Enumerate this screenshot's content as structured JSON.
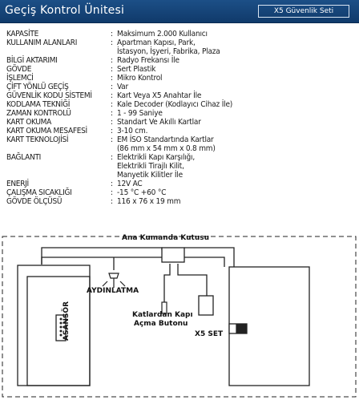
{
  "header": {
    "title": "Geçiş Kontrol Ünitesi",
    "badge": "X5  Güvenlik Seti"
  },
  "specs": [
    {
      "label": "KAPASİTE",
      "value": [
        "Maksimum 2.000 Kullanıcı"
      ]
    },
    {
      "label": "KULLANIM ALANLARI",
      "value": [
        "Apartman Kapısı, Park,",
        "İstasyon, İşyeri, Fabrika, Plaza"
      ]
    },
    {
      "label": "BİLGİ AKTARIMI",
      "value": [
        "Radyo Frekansı İle"
      ]
    },
    {
      "label": "GÖVDE",
      "value": [
        "Sert Plastik"
      ]
    },
    {
      "label": "İŞLEMCİ",
      "value": [
        "Mikro Kontrol"
      ]
    },
    {
      "label": "ÇİFT YÖNLÜ GEÇİŞ",
      "value": [
        "Var"
      ]
    },
    {
      "label": "GÜVENLİK KODU SİSTEMİ",
      "value": [
        "Kart Veya X5 Anahtar İle"
      ]
    },
    {
      "label": "KODLAMA TEKNİĞİ",
      "value": [
        "Kale Decoder (Kodlayıcı Cihaz İle)"
      ]
    },
    {
      "label": "ZAMAN KONTROLÜ",
      "value": [
        "1 - 99 Saniye"
      ]
    },
    {
      "label": "KART OKUMA",
      "value": [
        "Standart Ve Akıllı Kartlar"
      ]
    },
    {
      "label": "KART OKUMA MESAFESİ",
      "value": [
        "3-10 cm."
      ]
    },
    {
      "label": "KART TEKNOLOJİSİ",
      "value": [
        "EM İSO Standartında Kartlar",
        "(86 mm x 54 mm x 0.8 mm)"
      ]
    },
    {
      "label": "BAĞLANTI",
      "value": [
        "Elektrikli Kapı Karşılığı,",
        "Elektrikli Tirajlı Kilit,",
        "Manyetik Kilitler İle"
      ]
    },
    {
      "label": "ENERJİ",
      "value": [
        "12V AC"
      ]
    },
    {
      "label": "ÇALIŞMA SICAKLIĞI",
      "value": [
        "-15 °C  +60 °C"
      ]
    },
    {
      "label": "GÖVDE ÖLÇÜSÜ",
      "value": [
        "116 x 76 x 19 mm"
      ]
    }
  ],
  "separator": ":",
  "diagram": {
    "control_box": "Ana Kumanda Kutusu",
    "lighting": "AYDINLATMA",
    "elevator": "ASANSÖR",
    "door_button": [
      "Katlardan Kapı",
      "Açma Butonu"
    ],
    "x5_set": "X5 SET"
  }
}
